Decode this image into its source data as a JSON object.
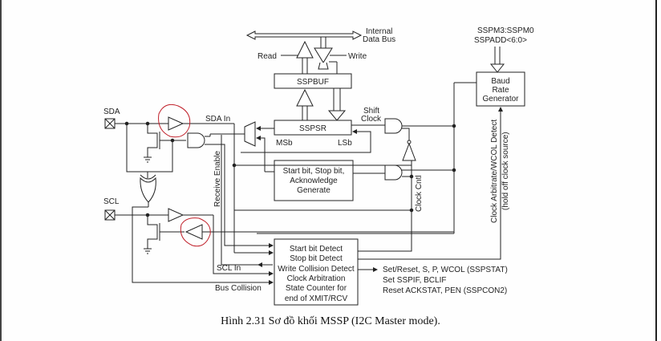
{
  "diagram": {
    "bus": {
      "label_line1": "Internal",
      "label_line2": "Data Bus"
    },
    "read_label": "Read",
    "write_label": "Write",
    "sspbuf_label": "SSPBUF",
    "sspsr_label": "SSPSR",
    "msb_label": "MSb",
    "lsb_label": "LSb",
    "shift_clock_line1": "Shift",
    "shift_clock_line2": "Clock",
    "sspm_label": "SSPM3:SSPM0",
    "sspadd_label": "SSPADD<6:0>",
    "baud": {
      "line1": "Baud",
      "line2": "Rate",
      "line3": "Generator"
    },
    "clock_arbitrate_label": "Clock Arbitrate/WCOL Detect",
    "hold_off_label": "(hold off clock source)",
    "clock_cntl_label": "Clock Cntl",
    "receive_enable_label": "Receive Enable",
    "sda_label": "SDA",
    "sda_in_label": "SDA In",
    "scl_label": "SCL",
    "scl_in_label": "SCL In",
    "bus_collision_label": "Bus Collision",
    "start_stop_block": [
      "Start bit, Stop bit,",
      "Acknowledge",
      "Generate"
    ],
    "detect_block": [
      "Start bit Detect",
      "Stop bit Detect",
      "Write Collision Detect",
      "Clock Arbitration",
      "State Counter for",
      "end of XMIT/RCV"
    ],
    "outputs": [
      "Set/Reset, S, P, WCOL (SSPSTAT)",
      "Set SSPIF, BCLIF",
      "Reset ACKSTAT, PEN (SSPCON2)"
    ],
    "annotation_color": "#c0202a"
  },
  "caption": "Hình 2.31 Sơ đồ khối MSSP (I2C Master mode)."
}
